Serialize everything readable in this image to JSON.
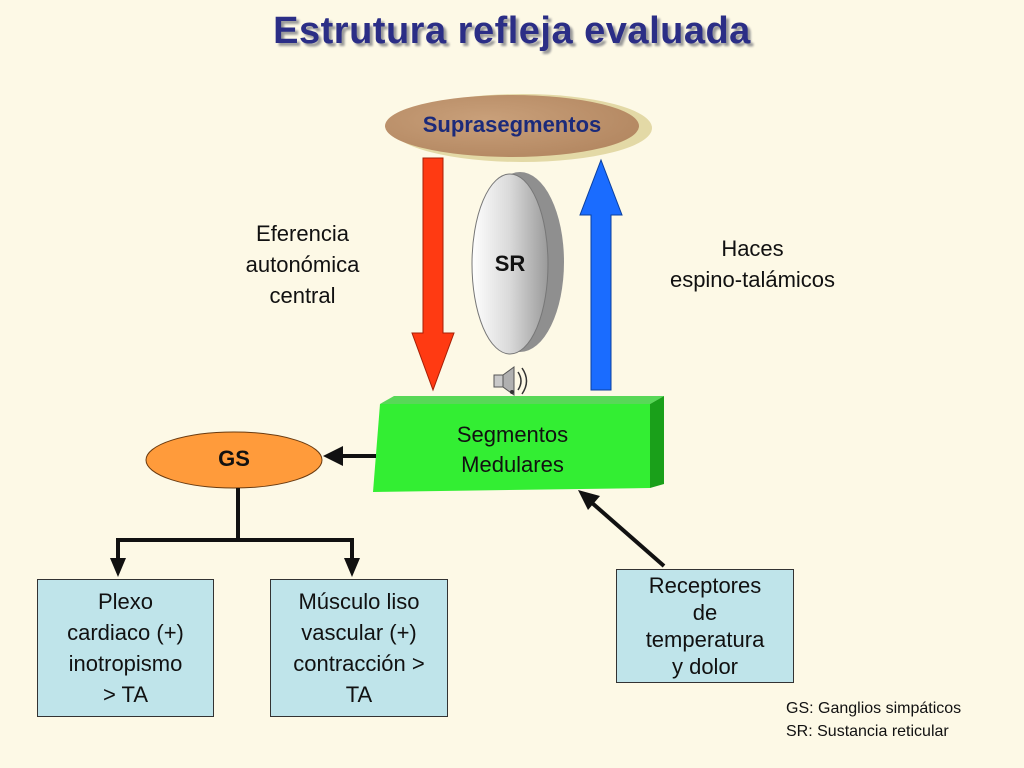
{
  "title": "Estrutura refleja evaluada",
  "nodes": {
    "suprasegmentos": "Suprasegmentos",
    "sr": "SR",
    "segmentos": [
      "Segmentos",
      "Medulares"
    ],
    "gs": "GS",
    "plexo": [
      "Plexo",
      "cardiaco (+)",
      "inotropismo",
      "> TA"
    ],
    "musculo": [
      "Músculo liso",
      "vascular (+)",
      "contracción >",
      "TA"
    ],
    "receptores": [
      "Receptores",
      "de",
      "temperatura",
      "y dolor"
    ]
  },
  "labels": {
    "eferencia": [
      "Eferencia",
      "autonómica",
      "central"
    ],
    "haces": [
      "Haces",
      "espino-talámicos"
    ]
  },
  "legend": [
    "GS: Ganglios simpáticos",
    "SR: Sustancia reticular"
  ],
  "colors": {
    "title": "#2b2e86",
    "background": "#fdf9e6",
    "suprasegmentos_fill": "#c2956e",
    "down_arrow": "#ff3a12",
    "up_arrow": "#1a6cff",
    "segmentos_fill": "#33ee33",
    "gs_fill": "#ff9b3b",
    "box_fill": "#bfe4ea"
  },
  "icons": [
    "speaker-icon"
  ]
}
